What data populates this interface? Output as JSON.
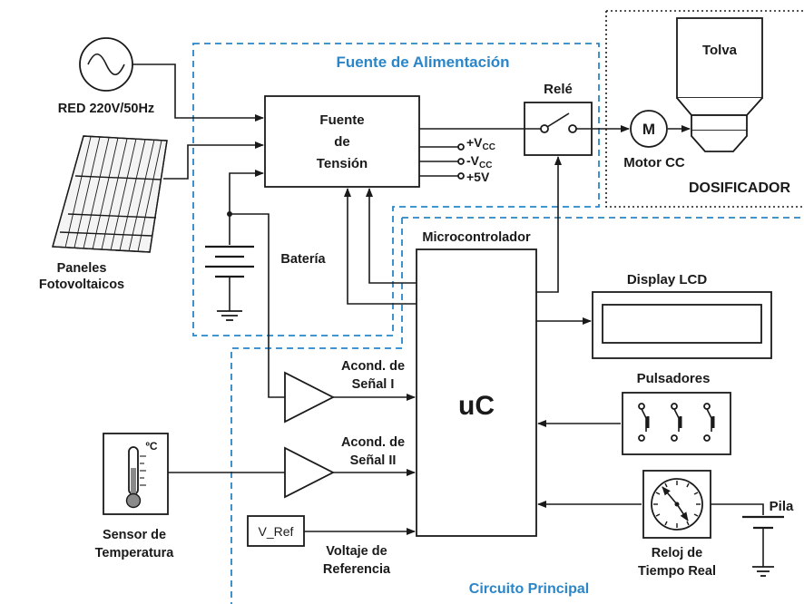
{
  "sections": {
    "power_supply": "Fuente de Alimentación",
    "main_circuit": "Circuito Principal",
    "dispenser": "DOSIFICADOR"
  },
  "sources": {
    "grid": "RED 220V/50Hz",
    "panels_line1": "Paneles",
    "panels_line2": "Fotovoltaicos",
    "battery": "Batería"
  },
  "supply": {
    "line1": "Fuente",
    "line2": "de",
    "line3": "Tensión",
    "out_pos": "+V",
    "out_neg": "-V",
    "out_sub": "CC",
    "out_5v": "+5V"
  },
  "relay": "Relé",
  "motor": {
    "symbol": "M",
    "label": "Motor CC"
  },
  "hopper": "Tolva",
  "mcu": {
    "title": "Microcontrolador",
    "core": "uC"
  },
  "lcd": "Display LCD",
  "buttons": "Pulsadores",
  "rtc": {
    "line1": "Reloj de",
    "line2": "Tiempo Real",
    "cell": "Pila"
  },
  "cond1": {
    "line1": "Acond. de",
    "line2": "Señal I"
  },
  "cond2": {
    "line1": "Acond. de",
    "line2": "Señal II"
  },
  "sensor": {
    "unit": "ºC",
    "line1": "Sensor de",
    "line2": "Temperatura"
  },
  "vref": {
    "box": "V_Ref",
    "line1": "Voltaje de",
    "line2": "Referencia"
  }
}
